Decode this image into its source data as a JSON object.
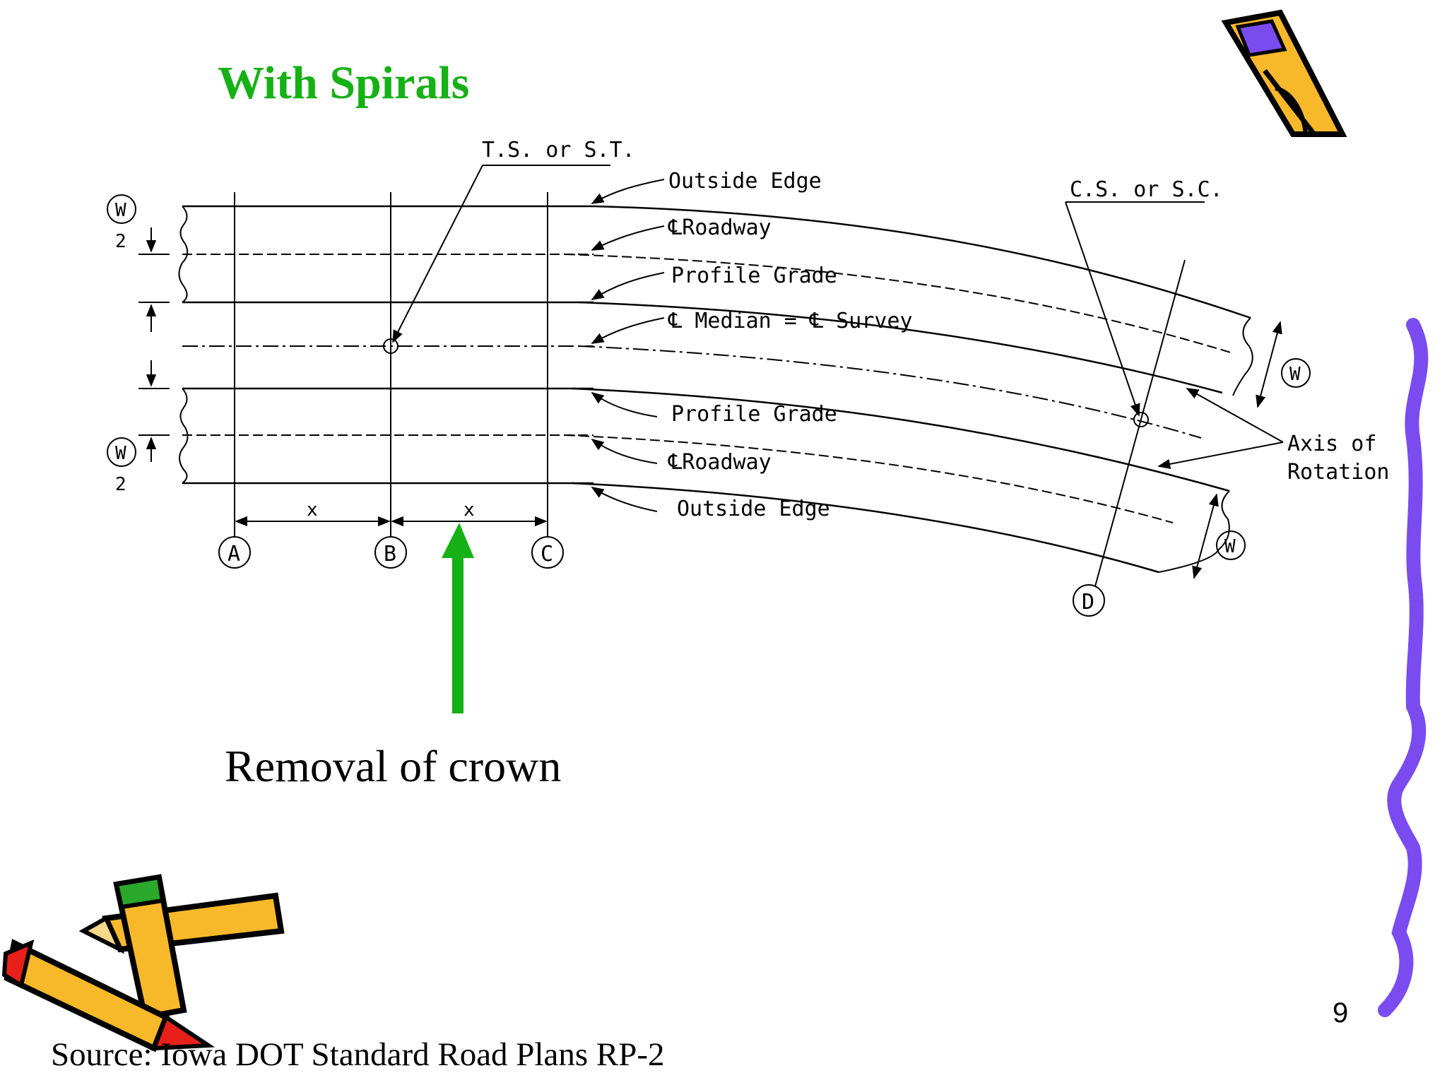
{
  "slide": {
    "title": "With Spirals",
    "caption": "Removal of crown",
    "source": "Source: Iowa DOT Standard Road Plans RP-2",
    "page_number": "9"
  },
  "diagram": {
    "labels": {
      "ts_st": "T.S. or S.T.",
      "cs_sc": "C.S. or S.C.",
      "outside_edge_top": "Outside Edge",
      "cl_roadway_top": "℄Roadway",
      "profile_grade_top": "Profile Grade",
      "median_survey": "℄ Median = ℄ Survey",
      "profile_grade_bottom": "Profile Grade",
      "cl_roadway_bottom": "℄Roadway",
      "outside_edge_bottom": "Outside Edge",
      "axis_of": "Axis of",
      "rotation": "Rotation",
      "dim_x_left": "x",
      "dim_x_right": "x"
    },
    "stations": [
      "A",
      "B",
      "C",
      "D"
    ],
    "width_symbols": {
      "w_half_top_num": "W",
      "w_half_top_den": "2",
      "w_half_bottom_num": "W",
      "w_half_bottom_den": "2",
      "w_right_top": "W",
      "w_right_bottom": "W"
    }
  },
  "colors": {
    "title": "#16b116",
    "arrow": "#16b116",
    "squiggle": "#7a4cf0",
    "pencil_yellow": "#f7b82a",
    "pencil_red": "#e8201a",
    "pencil_green": "#2aa82a"
  },
  "decorations": [
    "pencil-icon-top-right",
    "crossed-pencils-icon-bottom-left",
    "squiggle-border-right"
  ]
}
